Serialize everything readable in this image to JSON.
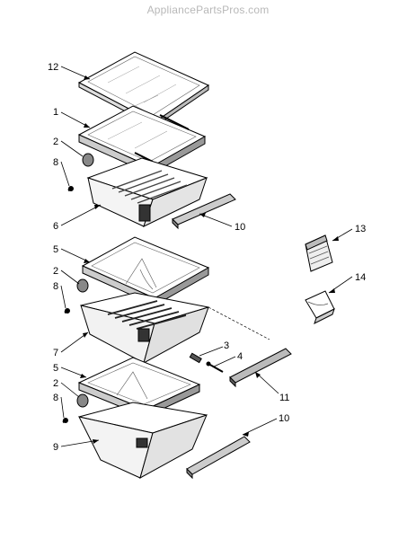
{
  "watermark": "AppliancePartsPros.com",
  "callouts": {
    "c12": "12",
    "c1": "1",
    "c2a": "2",
    "c8a": "8",
    "c6": "6",
    "c10a": "10",
    "c5a": "5",
    "c2b": "2",
    "c8b": "8",
    "c7": "7",
    "c3": "3",
    "c4": "4",
    "c11": "11",
    "c5b": "5",
    "c2c": "2",
    "c8c": "8",
    "c9": "9",
    "c10b": "10",
    "c13": "13",
    "c14": "14"
  }
}
